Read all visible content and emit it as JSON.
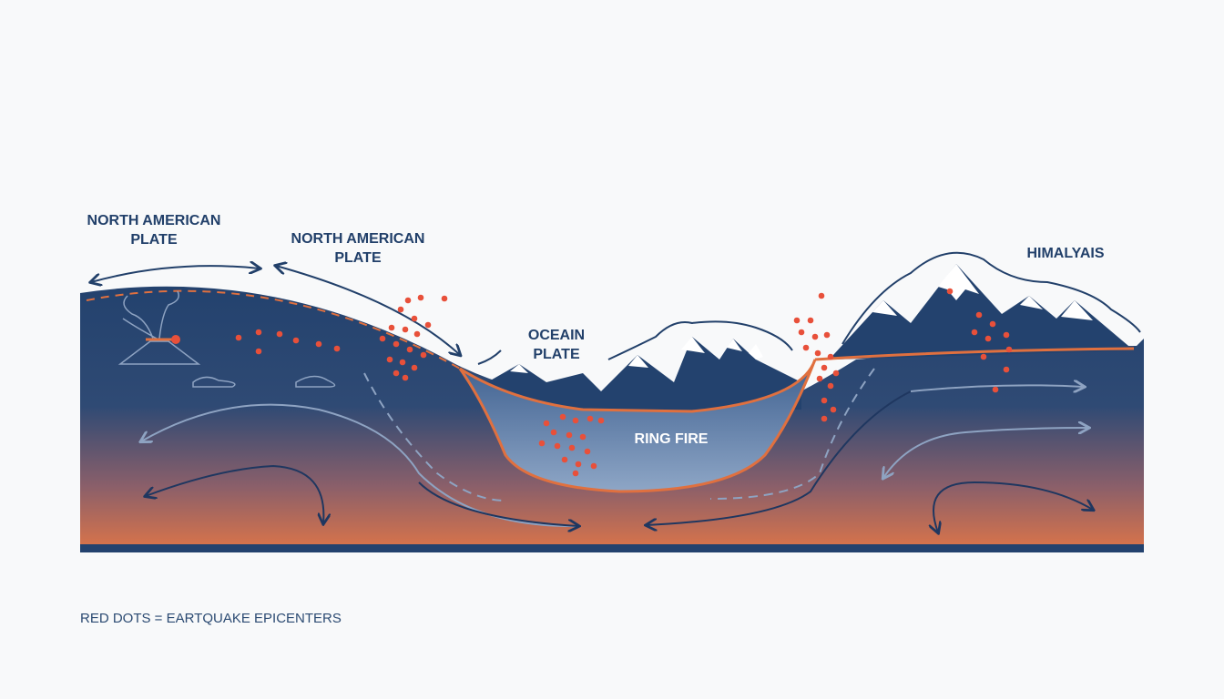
{
  "labels": {
    "plate_left_1": "NORTH AMERICAN",
    "plate_left_2": "PLATE",
    "plate_mid_1": "NORTH AMERICAN",
    "plate_mid_2": "PLATE",
    "ocean_1": "OCEAIN",
    "ocean_2": "PLATE",
    "himalayas": "HIMALYAIS",
    "ring_fire": "RING FIRE"
  },
  "legend": "RED DOTS = EARTQUAKE EPICENTERS",
  "colors": {
    "crust": "#23426e",
    "mantle_bottom": "#d9744a",
    "boundary": "#e0703f",
    "epicenter": "#e8503a",
    "text": "#22406a"
  }
}
